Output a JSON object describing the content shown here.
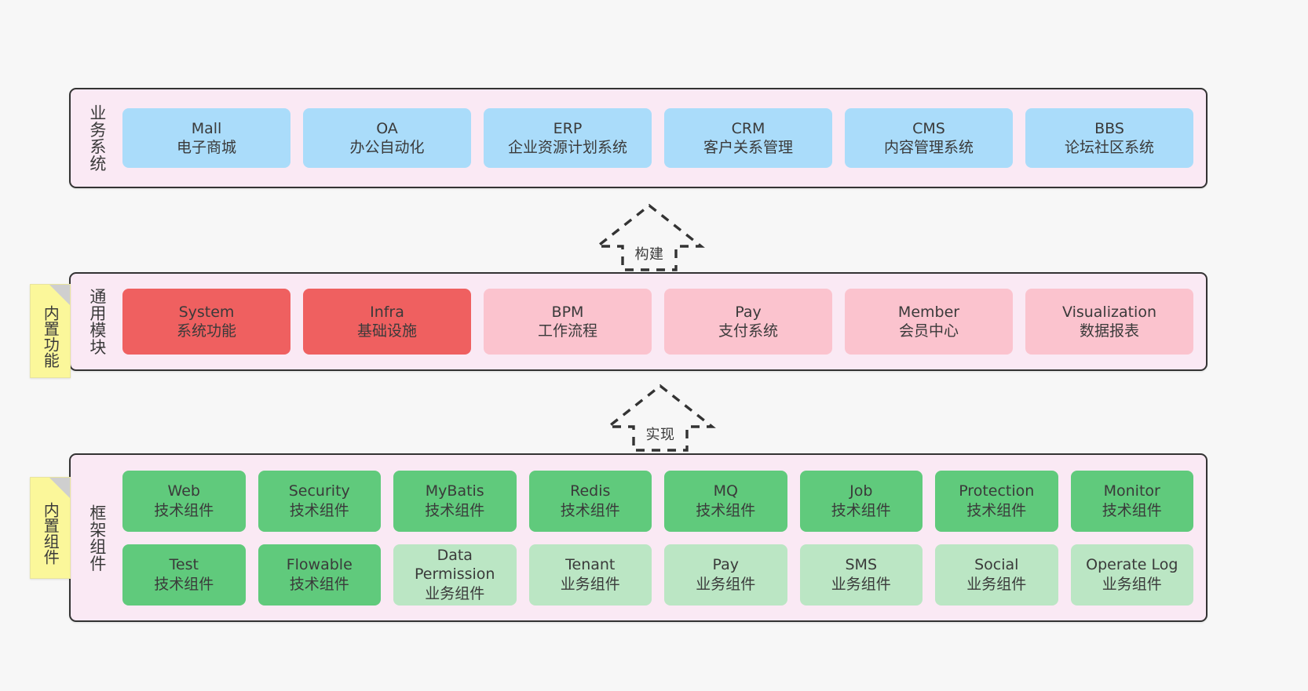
{
  "theme": {
    "background": "#f7f7f7",
    "panel_bg": "#fae9f4",
    "panel_border": "#333333",
    "blue": "#aadcfa",
    "red": "#ef6060",
    "pink": "#fbc3ce",
    "green": "#60ca7c",
    "light_green": "#bbe6c4",
    "sticky_yellow": "#fbf79a",
    "sticky_fold": "#cfcfcf",
    "text": "#3a3a3a"
  },
  "layers": {
    "business": {
      "title": "业务系统",
      "nodes": [
        {
          "main": "Mall",
          "sub": "电子商城",
          "color": "blue"
        },
        {
          "main": "OA",
          "sub": "办公自动化",
          "color": "blue"
        },
        {
          "main": "ERP",
          "sub": "企业资源计划系统",
          "color": "blue"
        },
        {
          "main": "CRM",
          "sub": "客户关系管理",
          "color": "blue"
        },
        {
          "main": "CMS",
          "sub": "内容管理系统",
          "color": "blue"
        },
        {
          "main": "BBS",
          "sub": "论坛社区系统",
          "color": "blue"
        }
      ]
    },
    "common": {
      "title": "通用模块",
      "sticky": "内置功能",
      "nodes": [
        {
          "main": "System",
          "sub": "系统功能",
          "color": "red"
        },
        {
          "main": "Infra",
          "sub": "基础设施",
          "color": "red"
        },
        {
          "main": "BPM",
          "sub": "工作流程",
          "color": "pink"
        },
        {
          "main": "Pay",
          "sub": "支付系统",
          "color": "pink"
        },
        {
          "main": "Member",
          "sub": "会员中心",
          "color": "pink"
        },
        {
          "main": "Visualization",
          "sub": "数据报表",
          "color": "pink"
        }
      ]
    },
    "framework": {
      "title": "框架组件",
      "sticky": "内置组件",
      "row1": [
        {
          "main": "Web",
          "sub": "技术组件",
          "color": "green"
        },
        {
          "main": "Security",
          "sub": "技术组件",
          "color": "green"
        },
        {
          "main": "MyBatis",
          "sub": "技术组件",
          "color": "green"
        },
        {
          "main": "Redis",
          "sub": "技术组件",
          "color": "green"
        },
        {
          "main": "MQ",
          "sub": "技术组件",
          "color": "green"
        },
        {
          "main": "Job",
          "sub": "技术组件",
          "color": "green"
        },
        {
          "main": "Protection",
          "sub": "技术组件",
          "color": "green"
        },
        {
          "main": "Monitor",
          "sub": "技术组件",
          "color": "green"
        }
      ],
      "row2": [
        {
          "main": "Test",
          "sub": "技术组件",
          "color": "green"
        },
        {
          "main": "Flowable",
          "sub": "技术组件",
          "color": "green"
        },
        {
          "main": "Data Permission",
          "sub": "业务组件",
          "color": "lightgreen"
        },
        {
          "main": "Tenant",
          "sub": "业务组件",
          "color": "lightgreen"
        },
        {
          "main": "Pay",
          "sub": "业务组件",
          "color": "lightgreen"
        },
        {
          "main": "SMS",
          "sub": "业务组件",
          "color": "lightgreen"
        },
        {
          "main": "Social",
          "sub": "业务组件",
          "color": "lightgreen"
        },
        {
          "main": "Operate Log",
          "sub": "业务组件",
          "color": "lightgreen"
        }
      ]
    }
  },
  "arrows": [
    {
      "label": "构建"
    },
    {
      "label": "实现"
    }
  ]
}
